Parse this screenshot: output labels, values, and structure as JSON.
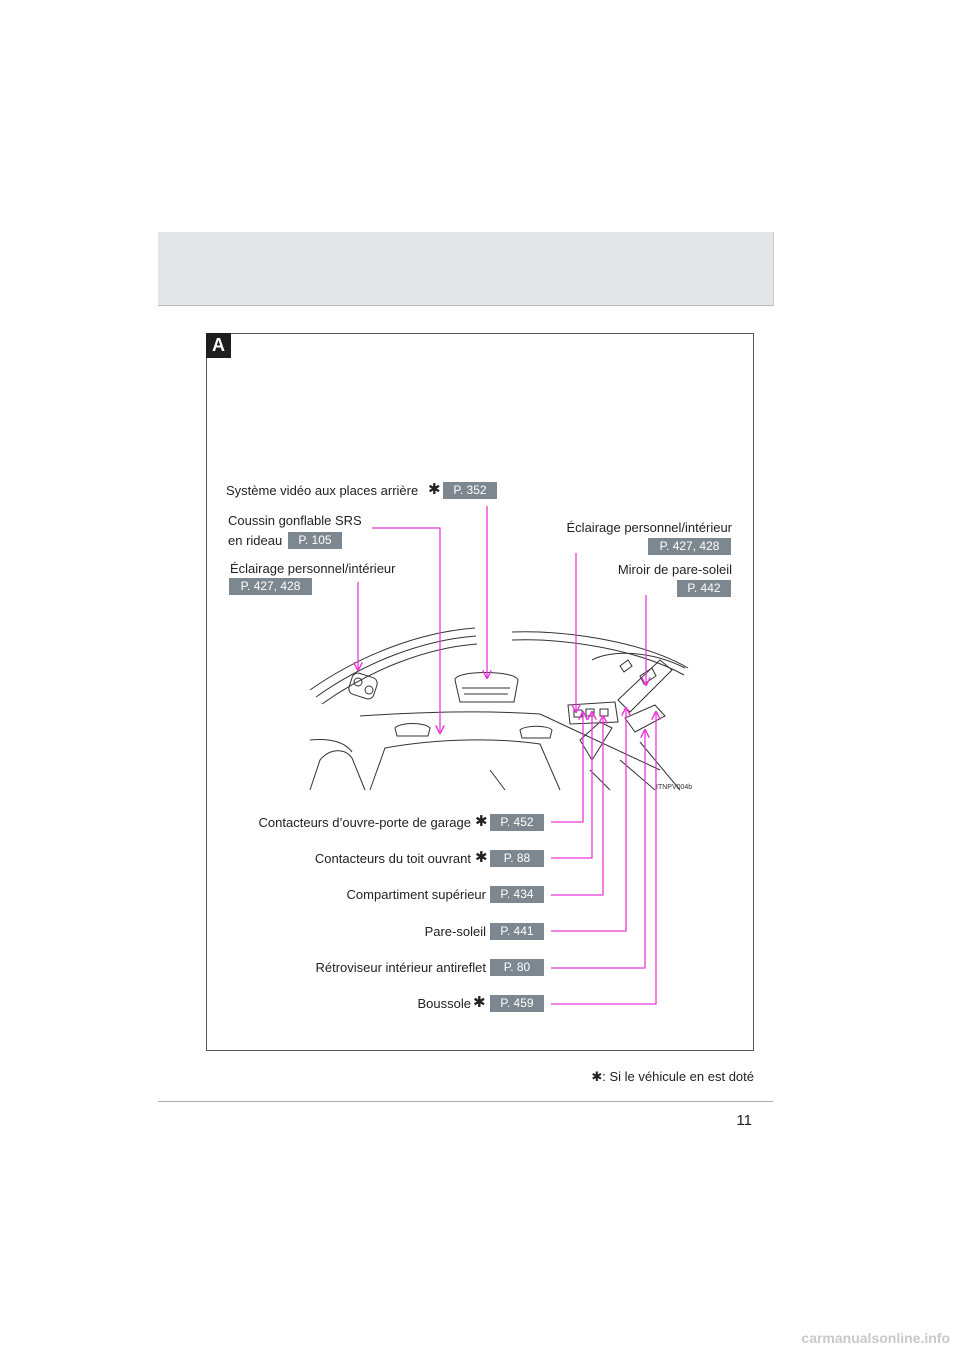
{
  "section_tag": "A",
  "star_glyph": "✱",
  "labels": {
    "video_system": "Système vidéo aux places arrière",
    "video_system_page": "P. 352",
    "curtain_airbag_line1": "Coussin gonflable SRS",
    "curtain_airbag_line2": "en rideau",
    "curtain_airbag_page": "P. 105",
    "light_left": "Éclairage personnel/intérieur",
    "light_left_page": "P. 427, 428",
    "light_right": "Éclairage personnel/intérieur",
    "light_right_page": "P. 427, 428",
    "vanity_mirror": "Miroir de pare-soleil",
    "vanity_mirror_page": "P. 442",
    "garage_door": "Contacteurs d’ouvre-porte de garage",
    "garage_door_page": "P. 452",
    "moon_roof": "Contacteurs du toit ouvrant",
    "moon_roof_page": "P. 88",
    "overhead_console": "Compartiment supérieur",
    "overhead_console_page": "P. 434",
    "sun_visor": "Pare-soleil",
    "sun_visor_page": "P. 441",
    "inside_mirror": "Rétroviseur intérieur antireflet",
    "inside_mirror_page": "P. 80",
    "compass": "Boussole",
    "compass_page": "P. 459"
  },
  "illustration_code": "ITNPV004b",
  "footnote": ": Si le véhicule en est doté",
  "page_number": "11",
  "watermark": "carmanualsonline.info",
  "colors": {
    "leader": "#e83ad8",
    "badge": "#7d878f",
    "header_band": "#e3e6e9"
  }
}
